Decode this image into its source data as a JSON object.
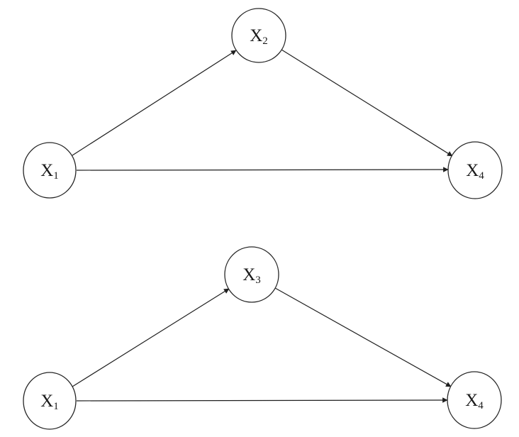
{
  "colors": {
    "background": "#ffffff",
    "stroke": "#1f1f1f",
    "node_fill": "#ffffff",
    "text": "#1a1a1a"
  },
  "diagrams": [
    {
      "id": "path-diagram-top",
      "description": "directed triangle graph",
      "nodes": [
        {
          "id": "x1",
          "label": "X",
          "sub": "1"
        },
        {
          "id": "x2",
          "label": "X",
          "sub": "2"
        },
        {
          "id": "x4",
          "label": "X",
          "sub": "4"
        }
      ],
      "edges": [
        {
          "from": "x1",
          "to": "x2"
        },
        {
          "from": "x2",
          "to": "x4"
        },
        {
          "from": "x1",
          "to": "x4"
        }
      ]
    },
    {
      "id": "path-diagram-bottom",
      "description": "directed triangle graph",
      "nodes": [
        {
          "id": "x1",
          "label": "X",
          "sub": "1"
        },
        {
          "id": "x3",
          "label": "X",
          "sub": "3"
        },
        {
          "id": "x4",
          "label": "X",
          "sub": "4"
        }
      ],
      "edges": [
        {
          "from": "x1",
          "to": "x3"
        },
        {
          "from": "x3",
          "to": "x4"
        },
        {
          "from": "x1",
          "to": "x4"
        }
      ]
    }
  ]
}
